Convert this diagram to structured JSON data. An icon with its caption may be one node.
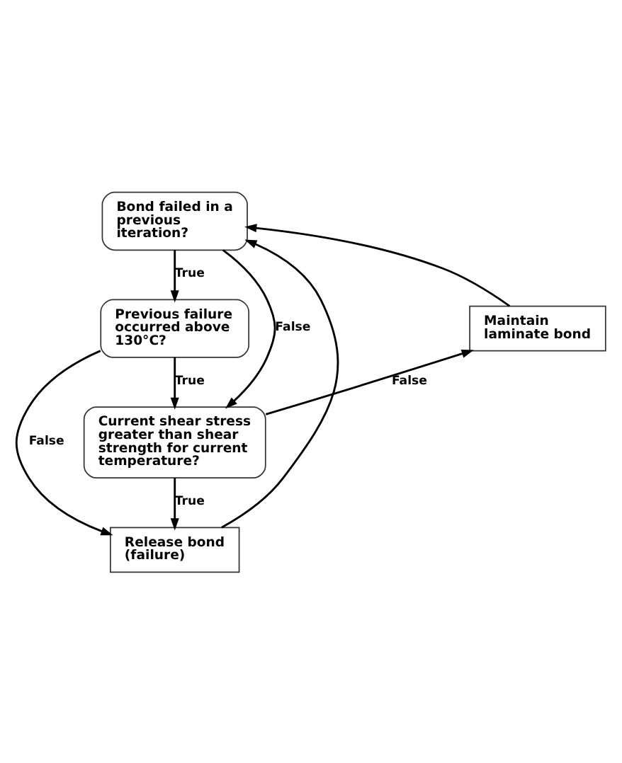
{
  "diagram": {
    "nodes": [
      {
        "text": [
          "Bond failed in a previous iteration?"
        ]
      },
      {
        "text": [
          "Previous failure occurred above 130°C?"
        ]
      },
      {
        "text": [
          "Current shear stress greater than shear strength for current temperature?"
        ]
      },
      {
        "text": [
          "Release bond (failure)"
        ]
      },
      {
        "text": [
          "Maintain laminate bond"
        ]
      }
    ],
    "edges": [
      {
        "from": 0,
        "to": 1,
        "arrow": "to",
        "label": "True"
      },
      {
        "from": 0,
        "to": 2,
        "arrow": "to",
        "label": "False"
      },
      {
        "from": 1,
        "to": 2,
        "arrow": "to",
        "label": "True"
      },
      {
        "from": 1,
        "to": 3,
        "arrow": "to",
        "label": "False"
      },
      {
        "from": 2,
        "to": 3,
        "arrow": "to",
        "label": "True"
      },
      {
        "from": 2,
        "to": 4,
        "arrow": "to",
        "label": "False"
      },
      {
        "from": 3,
        "to": 0,
        "arrow": "to"
      },
      {
        "from": 4,
        "to": 0,
        "arrow": "to"
      }
    ]
  }
}
